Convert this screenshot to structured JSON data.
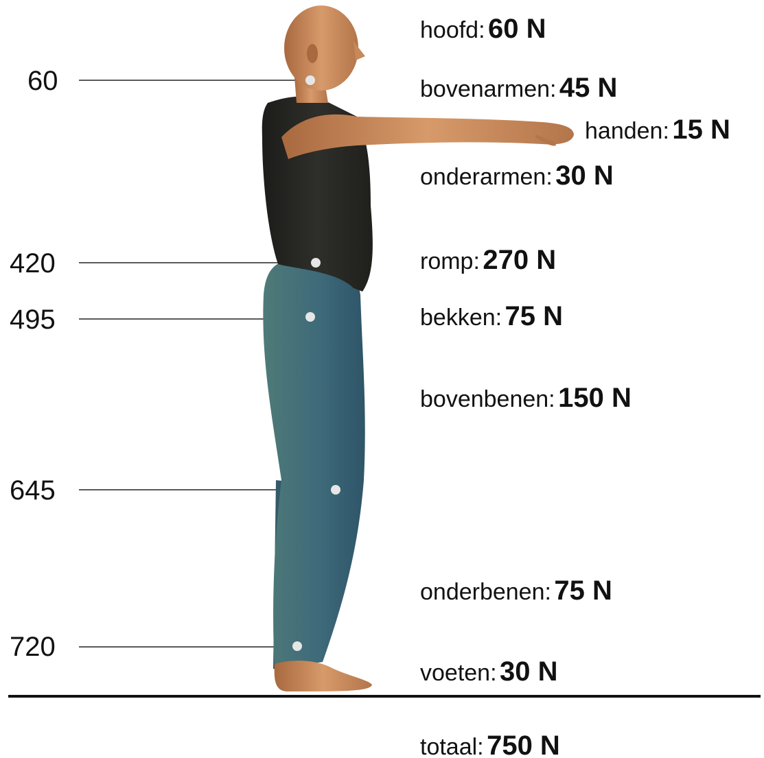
{
  "left_values": [
    {
      "id": "60",
      "text": "60"
    },
    {
      "id": "420",
      "text": "420"
    },
    {
      "id": "495",
      "text": "495"
    },
    {
      "id": "645",
      "text": "645"
    },
    {
      "id": "720",
      "text": "720"
    }
  ],
  "segments": {
    "hoofd": {
      "name": "hoofd:",
      "value": "60 N"
    },
    "bovenarmen": {
      "name": "bovenarmen:",
      "value": "45 N"
    },
    "handen": {
      "name": "handen:",
      "value": "15 N"
    },
    "onderarmen": {
      "name": "onderarmen:",
      "value": "30 N"
    },
    "romp": {
      "name": "romp:",
      "value": "270 N"
    },
    "bekken": {
      "name": "bekken:",
      "value": "75 N"
    },
    "bovenbenen": {
      "name": "bovenbenen:",
      "value": "150 N"
    },
    "onderbenen": {
      "name": "onderbenen:",
      "value": "75 N"
    },
    "voeten": {
      "name": "voeten:",
      "value": "30 N"
    }
  },
  "total": {
    "name": "totaal:",
    "value": "750 N"
  },
  "colors": {
    "skin": "#c98b5e",
    "shirt": "#262622",
    "jeans": "#3f6a7a",
    "line": "#222222",
    "marker": "#e6e6e6"
  }
}
